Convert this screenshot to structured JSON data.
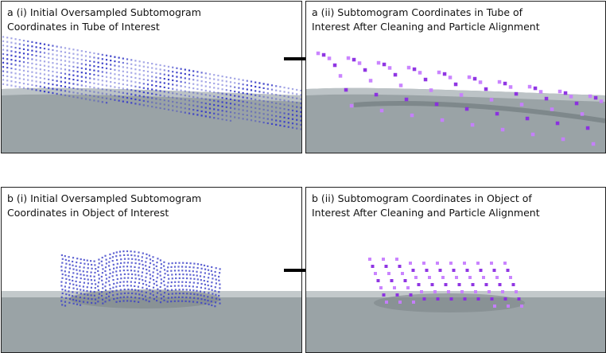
{
  "panels": [
    {
      "id": "a1",
      "caption_line1": "a (i) Initial Oversampled Subtomogram",
      "caption_line2": "Coordinates in Tube of Interest"
    },
    {
      "id": "a2",
      "caption_line1": "a (ii) Subtomogram Coordinates in Tube of",
      "caption_line2": "Interest After Cleaning and Particle Alignment"
    },
    {
      "id": "b1",
      "caption_line1": "b (i) Initial Oversampled Subtomogram",
      "caption_line2": "Coordinates in Object of Interest"
    },
    {
      "id": "b2",
      "caption_line1": "b (ii) Subtomogram Coordinates in Object of",
      "caption_line2": "Interest After Cleaning and Particle Alignment"
    }
  ],
  "colors": {
    "dense_points": "#3a3fc8",
    "clean_points": "#8a2be2",
    "clean_points_light": "#c77dff",
    "arrow": "#000000",
    "membrane_gray": "#9aa3a6"
  }
}
